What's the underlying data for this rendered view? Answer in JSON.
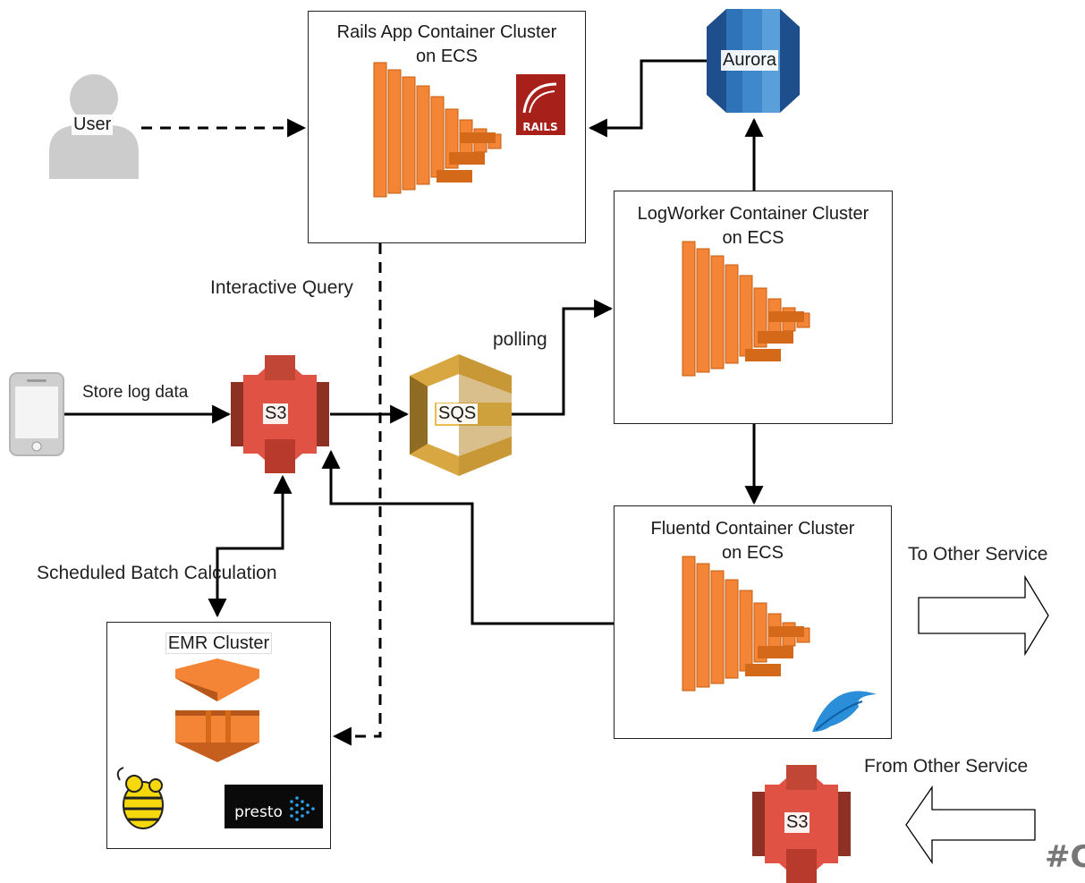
{
  "nodes": {
    "rails": {
      "title_line1": "Rails App Container Cluster",
      "title_line2": "on ECS",
      "logo_text": "RAILS"
    },
    "aurora": {
      "label": "Aurora"
    },
    "user": {
      "label": "User"
    },
    "logworker": {
      "title_line1": "LogWorker Container Cluster",
      "title_line2": "on ECS"
    },
    "s3_main": {
      "label": "S3"
    },
    "sqs": {
      "label": "SQS"
    },
    "fluentd": {
      "title_line1": "Fluentd Container Cluster",
      "title_line2": "on ECS"
    },
    "emr": {
      "title": "EMR Cluster",
      "presto_text": "presto"
    },
    "s3_other": {
      "label": "S3"
    }
  },
  "edge_labels": {
    "interactive_query": "Interactive Query",
    "polling": "polling",
    "store_log_data": "Store log data",
    "scheduled_batch": "Scheduled Batch Calculation",
    "to_other_service": "To Other Service",
    "from_other_service": "From Other Service"
  },
  "watermark": "#C",
  "colors": {
    "aws_orange": "#f58536",
    "s3_red": "#e05243",
    "sqs_gold": "#d9a741",
    "aurora_blue": "#2e73b8",
    "fluentd_blue": "#2a8fd8"
  }
}
